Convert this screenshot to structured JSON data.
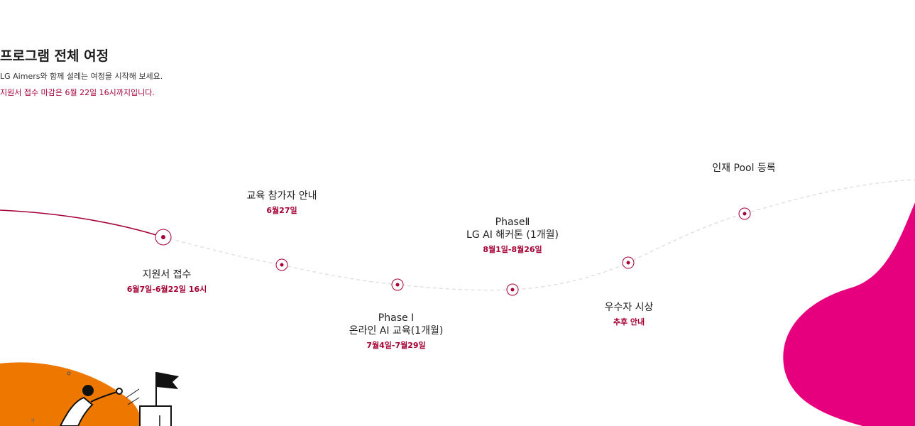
{
  "header": {
    "title": "프로그램 전체 여정",
    "subtitle": "LG Aimers와 함께 설레는 여정을 시작해 보세요.",
    "deadline": "지원서 접수 마감은 6월 22일 16시까지입니다."
  },
  "stages": [
    {
      "name": "지원서 접수",
      "date": "6월7일-6월22일 16시"
    },
    {
      "name": "교육 참가자 안내",
      "date": "6월27일"
    },
    {
      "name": "Phase Ⅰ",
      "name2": "온라인 AI 교육(1개월)",
      "date": "7월4일-7월29일"
    },
    {
      "name": "PhaseⅡ",
      "name2": "LG AI 해커톤 (1개월)",
      "date": "8월1일-8월26일"
    },
    {
      "name": "우수자 시상",
      "date": "추후 안내"
    },
    {
      "name": "인재 Pool 등록",
      "date": ""
    }
  ],
  "colors": {
    "accent": "#a50034",
    "pink": "#e6007e",
    "orange": "#ee7700",
    "path_dashed": "#dddddd"
  },
  "icons": {
    "milestone": "target-dot-icon",
    "flag": "flag-icon",
    "person": "climbing-person-illustration"
  }
}
